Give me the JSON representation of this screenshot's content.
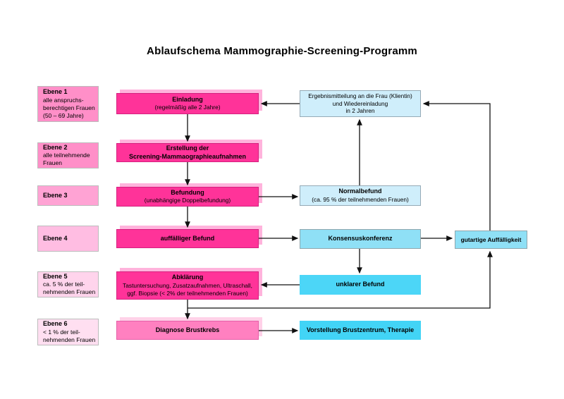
{
  "title": "Ablaufschema Mammographie-Screening-Programm",
  "levels": {
    "items": [
      {
        "title": "Ebene 1",
        "lines": [
          "alle anspruchs-",
          "berechtigen Frauen",
          "(50 – 69 Jahre)"
        ]
      },
      {
        "title": "Ebene 2",
        "lines": [
          "alle teilnehmende",
          "Frauen"
        ]
      },
      {
        "title": "Ebene 3",
        "lines": []
      },
      {
        "title": "Ebene 4",
        "lines": []
      },
      {
        "title": "Ebene 5",
        "lines": [
          "ca. 5 % der teil-",
          "nehmenden Frauen"
        ]
      },
      {
        "title": "Ebene 6",
        "lines": [
          "< 1 % der teil-",
          "nehmenden Frauen"
        ]
      }
    ]
  },
  "process": {
    "items": [
      {
        "title": "Einladung",
        "lines": [
          "(regelmäßig alle 2 Jahre)"
        ]
      },
      {
        "title": "Erstellung der",
        "title2": "Screening-Mammaographieaufnahmen"
      },
      {
        "title": "Befundung",
        "lines": [
          "(unabhängige Doppelbefundung)"
        ]
      },
      {
        "title": "auffälliger Befund"
      },
      {
        "title": "Abklärung",
        "lines": [
          "Tastuntersuchung, Zusatzaufnahmen, Ultraschall,",
          "ggf. Biopsie (< 2% der teilnehmenden Frauen)"
        ]
      },
      {
        "title": "Diagnose Brustkrebs"
      }
    ]
  },
  "results": {
    "items": [
      {
        "lines": [
          "Ergebnismitteilung an die Frau (Klientin)",
          "und Wiedereinladung",
          "in 2 Jahren"
        ]
      },
      {
        "title": "Normalbefund",
        "lines": [
          "(ca. 95 % der teilnehmenden Frauen)"
        ]
      },
      {
        "title": "Konsensuskonferenz"
      },
      {
        "title": "unklarer Befund"
      },
      {
        "title": "Vorstellung Brustzentrum, Therapie"
      }
    ],
    "side_box": {
      "title": "gutartige Auffälligkeit"
    }
  },
  "colors": {
    "process_fill": "#ff3399",
    "process_shadow": "#ffb3dc",
    "diagnose_fill": "#ff80c0",
    "diagnose_shadow": "#ffd1e8",
    "level_fills": [
      "#ff8fc8",
      "#ff8fc8",
      "#ffa3d4",
      "#ffbde2",
      "#ffd4ec",
      "#ffdff1"
    ],
    "result_light_blue": "#cfeefb",
    "result_sky": "#8fe0f6",
    "result_cyan": "#4cd6f7",
    "arrow": "#111111"
  }
}
